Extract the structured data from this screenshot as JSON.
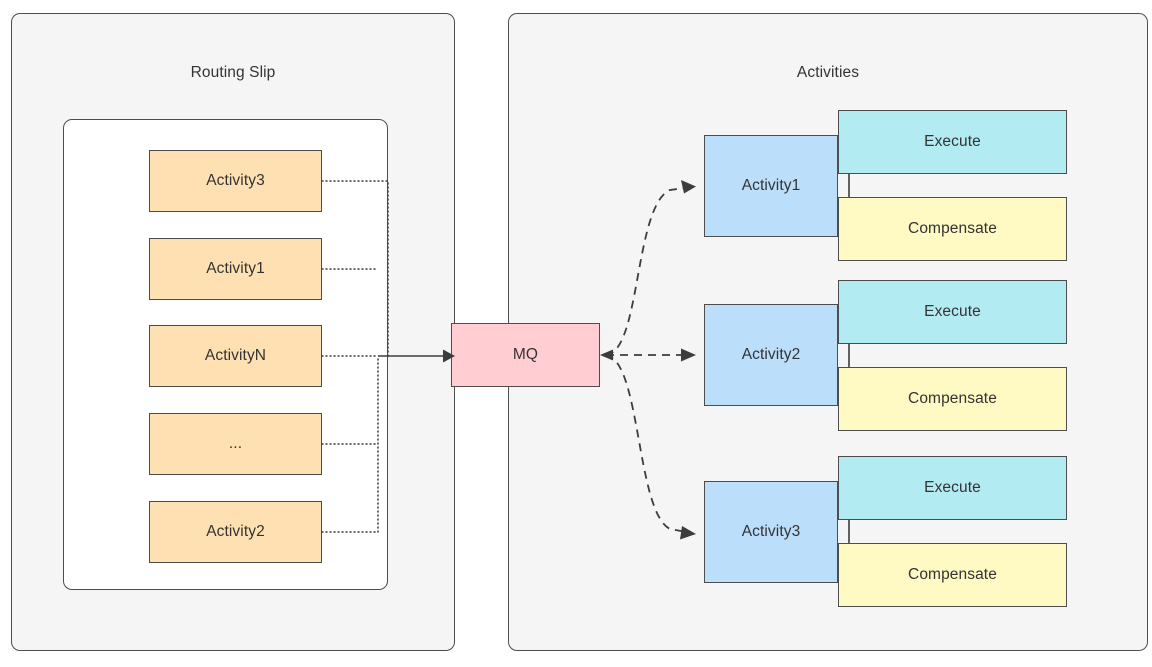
{
  "diagram": {
    "title_left": "Routing Slip",
    "title_right": "Activities",
    "queue": {
      "label": "MQ"
    },
    "routing_slip": {
      "panel_label": "Routing Slip",
      "steps": [
        {
          "label": "Activity3"
        },
        {
          "label": "Activity1"
        },
        {
          "label": "ActivityN"
        },
        {
          "label": "..."
        },
        {
          "label": "Activity2"
        }
      ]
    },
    "activities": {
      "panel_label": "Activities",
      "items": [
        {
          "label": "Activity1",
          "execute_label": "Execute",
          "compensate_label": "Compensate"
        },
        {
          "label": "Activity2",
          "execute_label": "Execute",
          "compensate_label": "Compensate"
        },
        {
          "label": "Activity3",
          "execute_label": "Execute",
          "compensate_label": "Compensate"
        }
      ]
    },
    "colors": {
      "panel_background": "#f5f5f5",
      "panel_border": "#4d4d4d",
      "card_background": "#ffffff",
      "routing_step": "#ffe0b2",
      "queue": "#ffcdd2",
      "activity": "#bbdefb",
      "execute": "#b2ebf2",
      "compensate": "#fff9c4",
      "text": "#333333",
      "connector": "#3c3c3c"
    }
  }
}
